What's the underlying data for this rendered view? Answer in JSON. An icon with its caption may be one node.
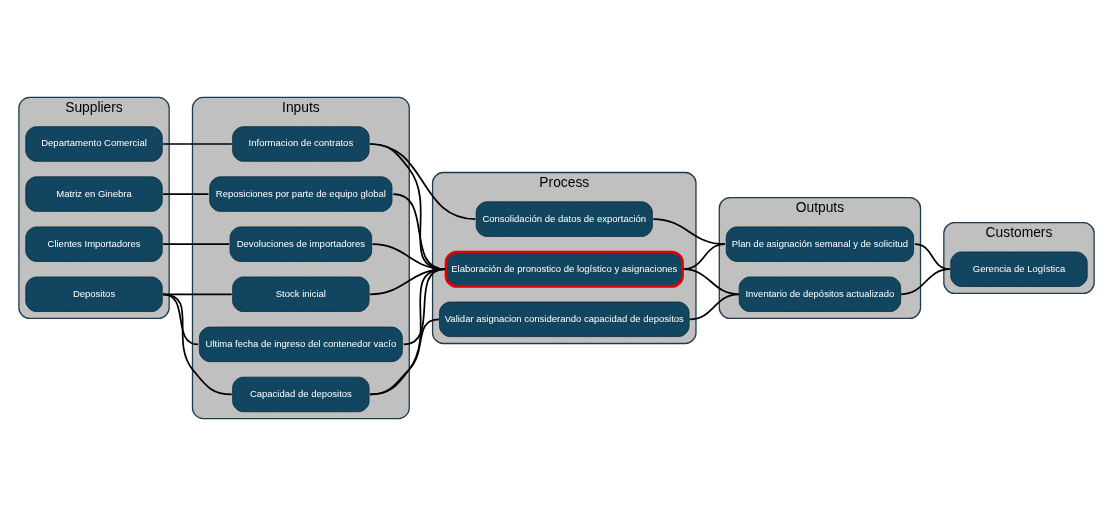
{
  "diagram": {
    "nodes": [
      {
        "text": [
          "Suppliers"
        ]
      },
      {
        "text": [
          "Departamento Comercial"
        ],
        "in": 0
      },
      {
        "text": [
          "Matriz en Ginebra"
        ],
        "in": 0
      },
      {
        "text": [
          "Clientes Importadores"
        ],
        "in": 0
      },
      {
        "text": [
          "Depositos"
        ],
        "in": 0
      },
      {
        "text": [
          "Inputs"
        ]
      },
      {
        "text": [
          "Informacion de contratos"
        ],
        "in": 5
      },
      {
        "text": [
          "Reposiciones por parte de equipo global"
        ],
        "in": 5
      },
      {
        "text": [
          "Devoluciones de importadores"
        ],
        "in": 5
      },
      {
        "text": [
          "Stock inicial"
        ],
        "in": 5
      },
      {
        "text": [
          "Capacidad de depositos"
        ],
        "in": 5
      },
      {
        "text": [
          "Ultima fecha de ingreso del contenedor vacío"
        ],
        "in": 5
      },
      {
        "text": [
          "Process"
        ]
      },
      {
        "text": [
          "Consolidación de datos de exportación"
        ],
        "in": 12
      },
      {
        "text": [
          "Elaboración de pronostico de logístico y asignaciones"
        ],
        "in": 12
      },
      {
        "text": [
          "Validar asignacion considerando capacidad de depositos"
        ],
        "in": 12
      },
      {
        "text": [
          "Outputs"
        ]
      },
      {
        "text": [
          "Plan de asignación semanal y de solicitud"
        ],
        "in": 16
      },
      {
        "text": [
          "Inventario de depósitos actualizado"
        ],
        "in": 16
      },
      {
        "text": [
          "Customers"
        ]
      },
      {
        "text": [
          "Gerencia de Logística"
        ],
        "in": 19
      }
    ],
    "edges": [
      {
        "from": 1,
        "to": 6,
        "arrow": "none"
      },
      {
        "from": 2,
        "to": 7,
        "arrow": "none"
      },
      {
        "from": 3,
        "to": 8,
        "arrow": "none"
      },
      {
        "from": 4,
        "to": 9,
        "arrow": "none"
      },
      {
        "from": 4,
        "to": 10,
        "arrow": "none"
      },
      {
        "from": 4,
        "to": 11,
        "arrow": "none"
      },
      {
        "from": 6,
        "to": 13,
        "arrow": "none"
      },
      {
        "from": 6,
        "to": 14,
        "arrow": "none"
      },
      {
        "from": 7,
        "to": 14,
        "arrow": "none"
      },
      {
        "from": 8,
        "to": 14,
        "arrow": "none"
      },
      {
        "from": 9,
        "to": 14,
        "arrow": "none"
      },
      {
        "from": 10,
        "to": 14,
        "arrow": "none"
      },
      {
        "from": 11,
        "to": 14,
        "arrow": "none"
      },
      {
        "from": 10,
        "to": 15,
        "arrow": "none"
      },
      {
        "from": 13,
        "to": 17,
        "arrow": "none"
      },
      {
        "from": 14,
        "to": 17,
        "arrow": "none"
      },
      {
        "from": 14,
        "to": 18,
        "arrow": "none"
      },
      {
        "from": 15,
        "to": 18,
        "arrow": "none"
      },
      {
        "from": 17,
        "to": 20,
        "arrow": "none"
      },
      {
        "from": 18,
        "to": 20,
        "arrow": "none"
      }
    ]
  }
}
